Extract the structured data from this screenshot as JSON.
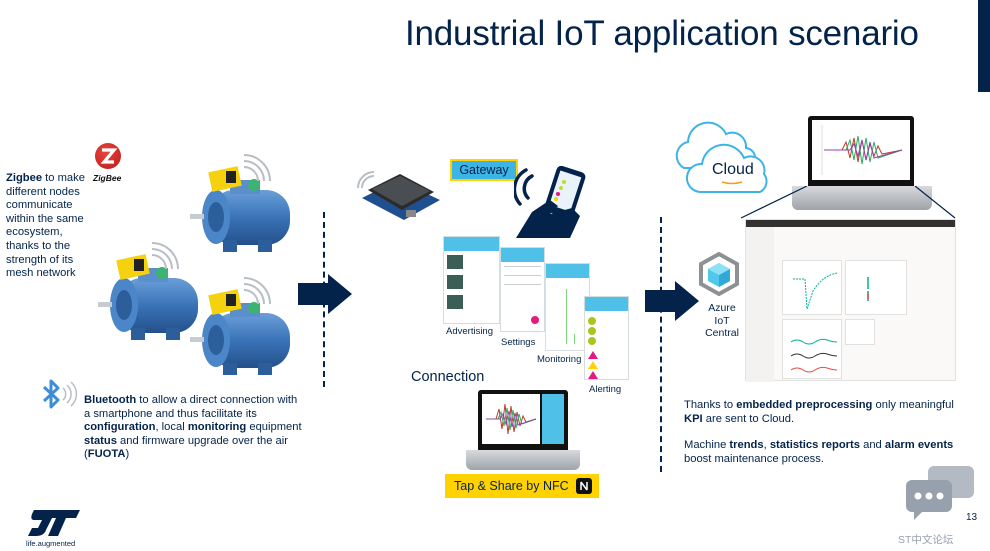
{
  "slide": {
    "title": "Industrial IoT application scenario",
    "page_number": "13",
    "brand_tagline": "life.augmented",
    "forum_watermark": "ST中文论坛"
  },
  "zigbee": {
    "logo_text": "ZigBee",
    "description_bold": "Zigbee",
    "description_rest": " to make different nodes communicate within the same ecosystem, thanks to the strength of its mesh network"
  },
  "bluetooth": {
    "parts": [
      {
        "text": "Bluetooth",
        "bold": true
      },
      {
        "text": " to allow a direct connection with a smartphone and thus facilitate its ",
        "bold": false
      },
      {
        "text": "configuration",
        "bold": true
      },
      {
        "text": ", local ",
        "bold": false
      },
      {
        "text": "monitoring",
        "bold": true
      },
      {
        "text": " equipment ",
        "bold": false
      },
      {
        "text": "status",
        "bold": true
      },
      {
        "text": " and firmware upgrade over the air (",
        "bold": false
      },
      {
        "text": "FUOTA",
        "bold": true
      },
      {
        "text": ")",
        "bold": false
      }
    ]
  },
  "connection": {
    "gateway_label": "Gateway",
    "section_label": "Connection",
    "screens": [
      "Advertising",
      "Settings",
      "Monitoring",
      "Alerting"
    ],
    "nfc_label": "Tap & Share by NFC"
  },
  "cloud": {
    "cloud_label": "Cloud",
    "azure_label_lines": [
      "Azure",
      "IoT",
      "Central"
    ],
    "description_p1": [
      {
        "text": "Thanks to ",
        "bold": false
      },
      {
        "text": "embedded preprocessing",
        "bold": true
      },
      {
        "text": " only meaningful ",
        "bold": false
      },
      {
        "text": "KPI",
        "bold": true
      },
      {
        "text": " are sent to Cloud.",
        "bold": false
      }
    ],
    "description_p2": [
      {
        "text": "Machine ",
        "bold": false
      },
      {
        "text": "trends",
        "bold": true
      },
      {
        "text": ", ",
        "bold": false
      },
      {
        "text": "statistics reports",
        "bold": true
      },
      {
        "text": " and ",
        "bold": false
      },
      {
        "text": "alarm events",
        "bold": true
      },
      {
        "text": " boost maintenance process.",
        "bold": false
      }
    ]
  },
  "colors": {
    "st_dark_blue": "#03234b",
    "st_light_blue": "#3cb4e6",
    "st_yellow": "#ffd200",
    "node_green": "#3cb371"
  }
}
